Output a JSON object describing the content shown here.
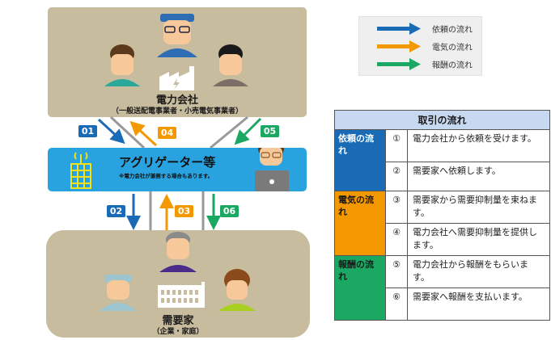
{
  "diagram": {
    "power_company": {
      "title": "電力会社",
      "subtitle": "（一般送配電事業者・小売電気事業者）"
    },
    "aggregator": {
      "title": "アグリゲーター等",
      "note": "※電力会社が兼務する場合もあります。"
    },
    "consumer": {
      "title": "需要家",
      "subtitle": "（企業・家庭）"
    },
    "arrows": [
      {
        "id": "01",
        "flow": "request",
        "direction": "power_company-to-aggregator"
      },
      {
        "id": "02",
        "flow": "request",
        "direction": "aggregator-to-consumer"
      },
      {
        "id": "03",
        "flow": "electricity",
        "direction": "consumer-to-aggregator"
      },
      {
        "id": "04",
        "flow": "electricity",
        "direction": "aggregator-to-power_company"
      },
      {
        "id": "05",
        "flow": "reward",
        "direction": "power_company-to-aggregator"
      },
      {
        "id": "06",
        "flow": "reward",
        "direction": "aggregator-to-consumer"
      }
    ]
  },
  "colors": {
    "request": "#1a6bb5",
    "electricity": "#f39800",
    "reward": "#1aa862",
    "box": "#c8bc9f",
    "aggregator": "#29a3e0",
    "connector": "#999999"
  },
  "legend": [
    {
      "label": "依頼の流れ",
      "flow": "request"
    },
    {
      "label": "電気の流れ",
      "flow": "electricity"
    },
    {
      "label": "報酬の流れ",
      "flow": "reward"
    }
  ],
  "table": {
    "header": "取引の流れ",
    "groups": [
      {
        "label": "依頼の流れ",
        "flow": "request",
        "rows": [
          {
            "num": "①",
            "text": "電力会社から依頼を受けます。"
          },
          {
            "num": "②",
            "text": "需要家へ依頼します。"
          }
        ]
      },
      {
        "label": "電気の流れ",
        "flow": "electricity",
        "rows": [
          {
            "num": "③",
            "text": "需要家から需要抑制量を束ねます。"
          },
          {
            "num": "④",
            "text": "電力会社へ需要抑制量を提供します。"
          }
        ]
      },
      {
        "label": "報酬の流れ",
        "flow": "reward",
        "rows": [
          {
            "num": "⑤",
            "text": "電力会社から報酬をもらいます。"
          },
          {
            "num": "⑥",
            "text": "需要家へ報酬を支払います。"
          }
        ]
      }
    ]
  }
}
